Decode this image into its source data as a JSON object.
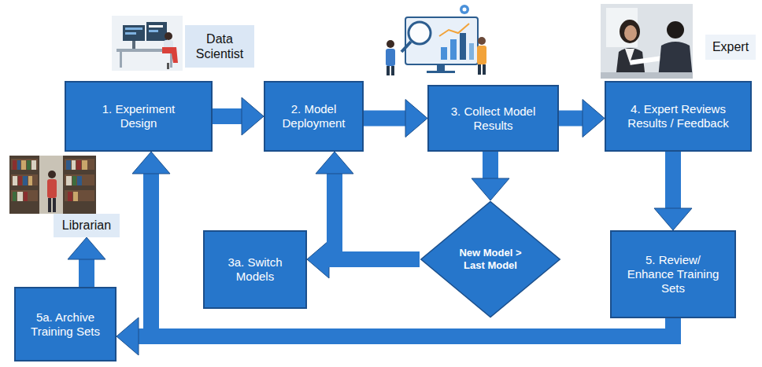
{
  "diagram": {
    "nodes": [
      {
        "text": [
          "Data Scientist"
        ]
      },
      {
        "text": [
          "Expert"
        ]
      },
      {
        "text": [
          "1. Experiment Design"
        ]
      },
      {
        "text": [
          "2. Model Deployment"
        ]
      },
      {
        "text": [
          "3. Collect Model Results"
        ]
      },
      {
        "text": [
          "4. Expert Reviews Results / Feedback"
        ]
      },
      {
        "text": [
          "Librarian"
        ]
      },
      {
        "text": [
          "3a. Switch Models"
        ]
      },
      {
        "text": [
          "New Model > Last Model"
        ]
      },
      {
        "text": [
          "5. Review/ Enhance Training Sets"
        ]
      },
      {
        "text": [
          "5a. Archive Training Sets"
        ]
      }
    ],
    "edges": [
      {
        "from": 2,
        "to": 3,
        "arrow": "to"
      },
      {
        "from": 3,
        "to": 4,
        "arrow": "to"
      },
      {
        "from": 4,
        "to": 5,
        "arrow": "to"
      },
      {
        "from": 4,
        "to": 8,
        "arrow": "to"
      },
      {
        "from": 5,
        "to": 9,
        "arrow": "to"
      },
      {
        "from": 8,
        "to": 7,
        "arrow": "to"
      },
      {
        "from": 8,
        "to": 3,
        "arrow": "to"
      },
      {
        "from": 9,
        "to": 10,
        "arrow": "to"
      },
      {
        "from": 9,
        "to": 2,
        "arrow": "to"
      },
      {
        "from": 10,
        "to": 6,
        "arrow": "to"
      }
    ]
  }
}
